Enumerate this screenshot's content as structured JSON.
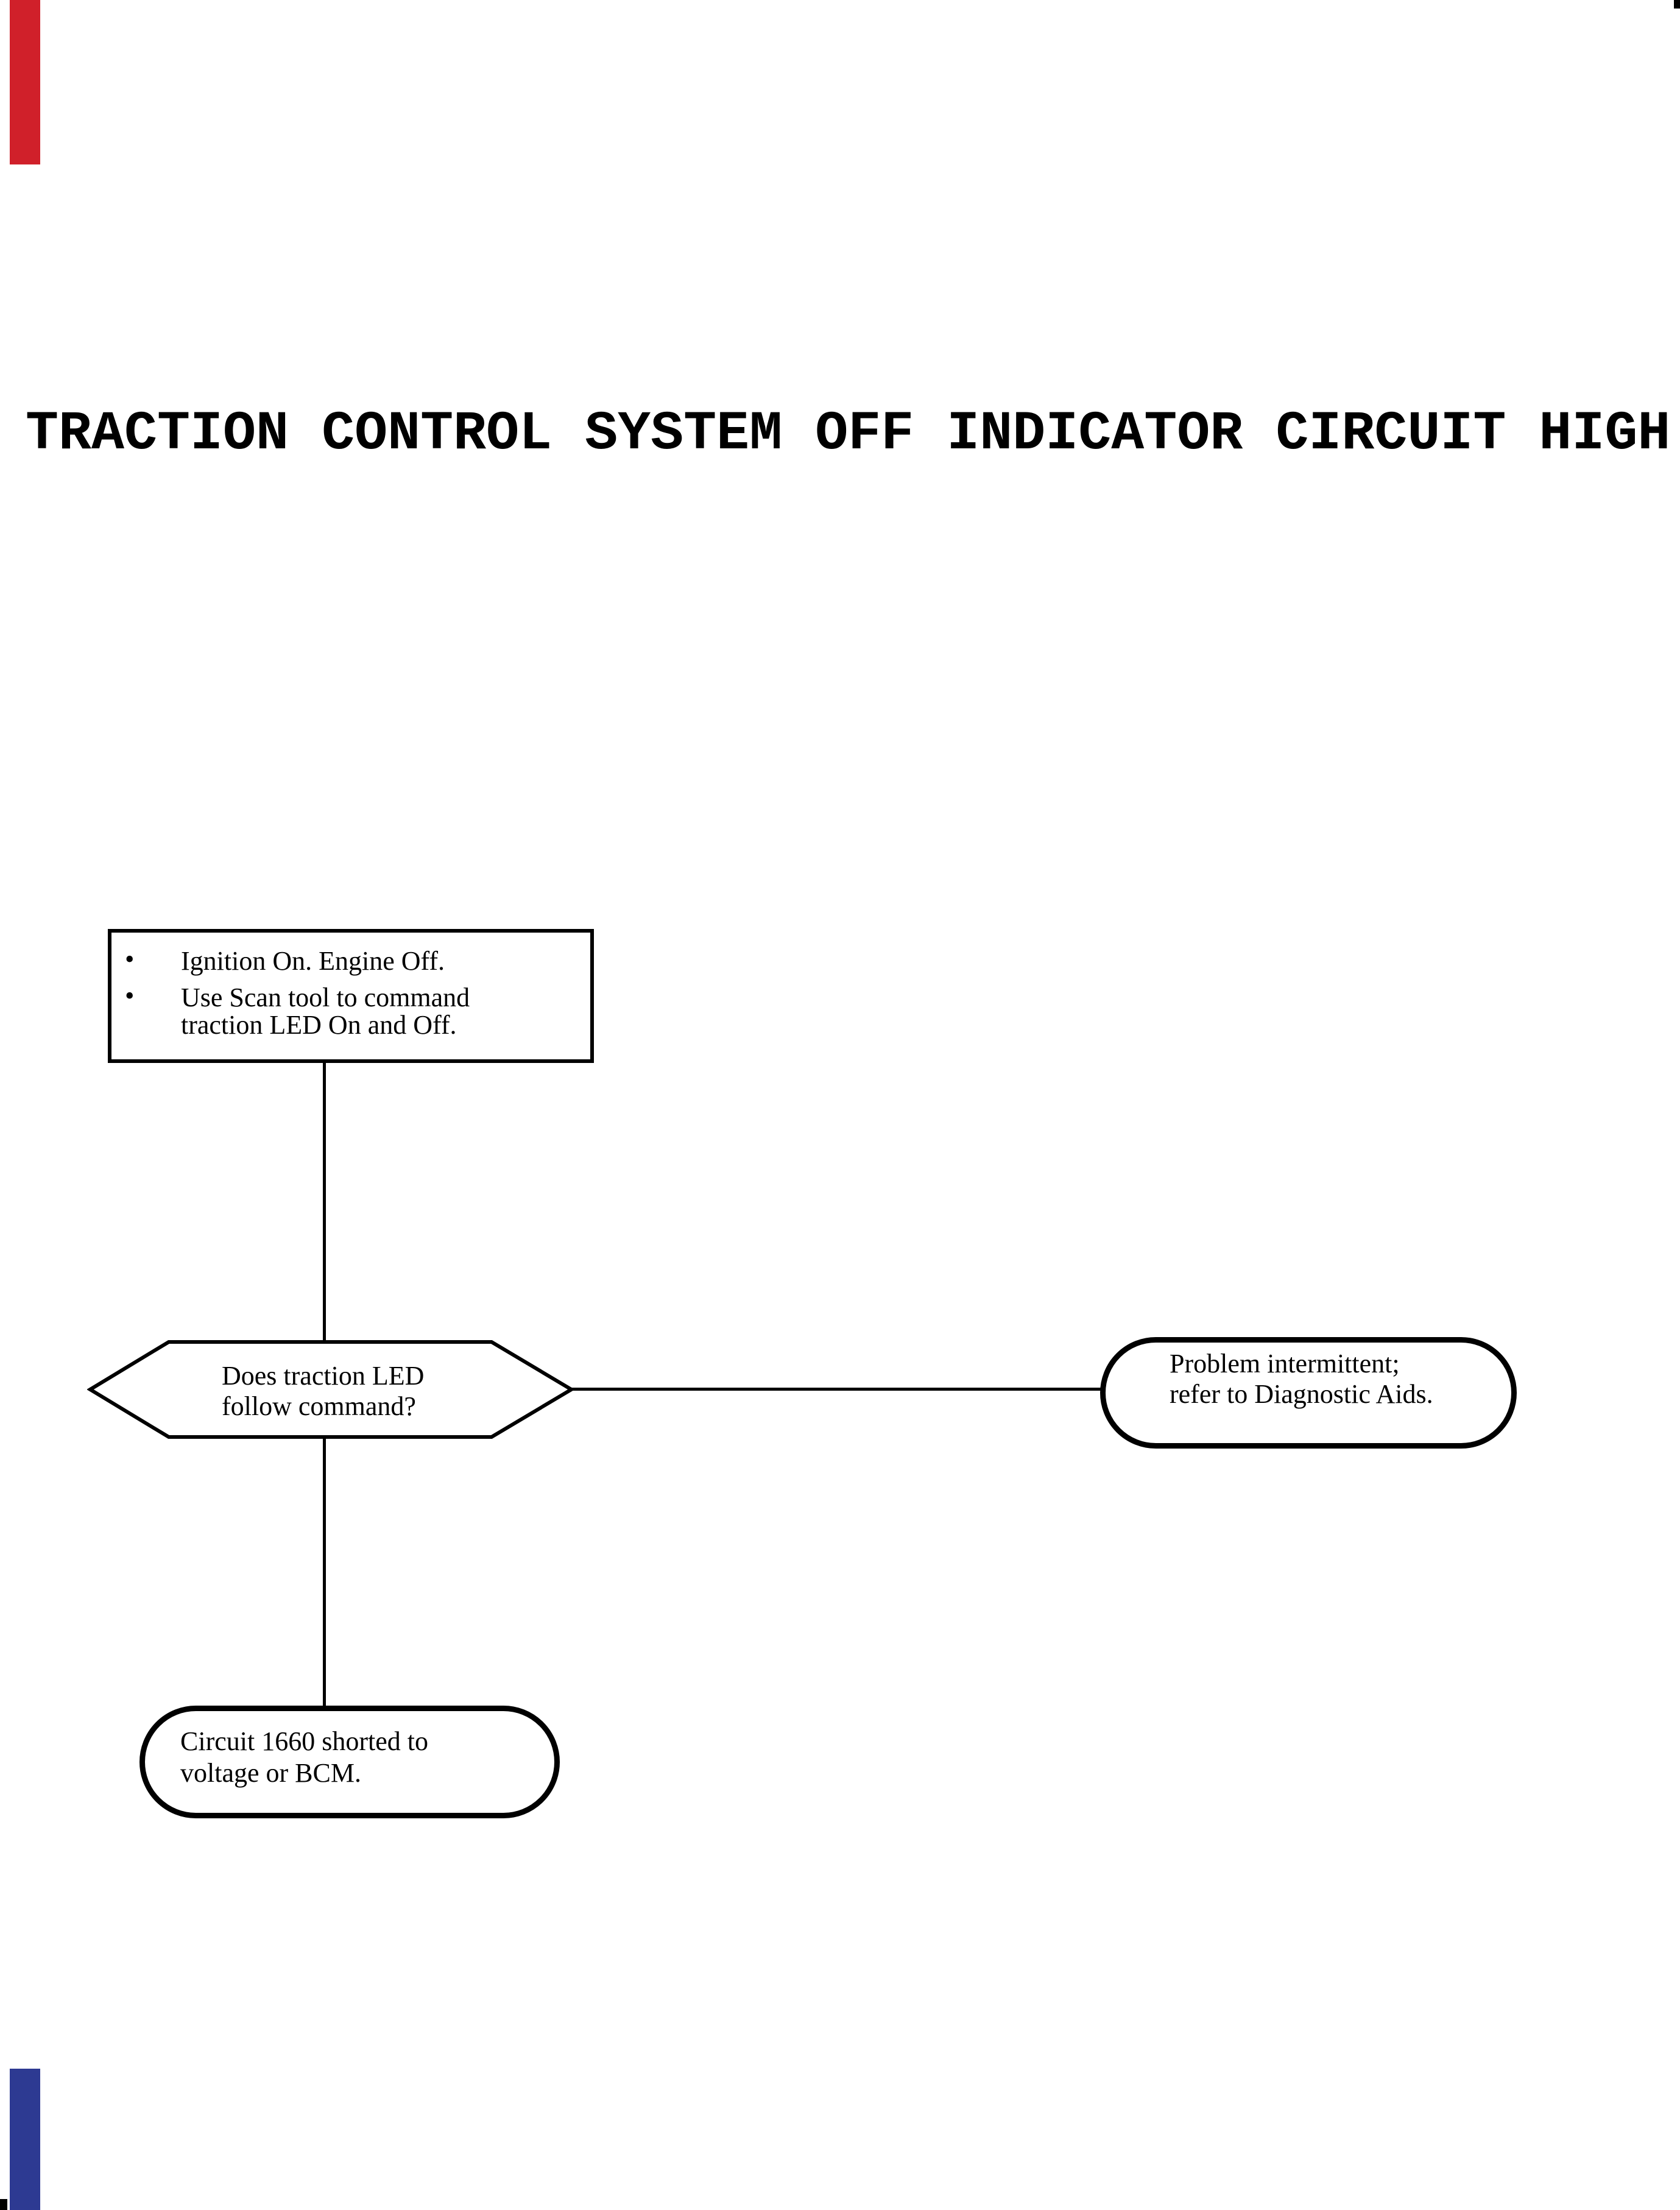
{
  "page": {
    "title": "TRACTION CONTROL SYSTEM OFF INDICATOR CIRCUIT HIGH"
  },
  "colors": {
    "ink": "#000000",
    "paper": "#ffffff",
    "edge_mark_red": "#d0202a",
    "edge_mark_blue": "#2d3a92"
  },
  "flowchart": {
    "bullet": "•",
    "instruction_box": {
      "item1_line1": "Ignition On. Engine Off.",
      "item2_line1": "Use Scan tool to command",
      "item2_line2": "traction LED On and Off."
    },
    "decision": {
      "line1": "Does traction LED",
      "line2": "follow command?"
    },
    "terminal_right": {
      "line1": "Problem intermittent;",
      "line2": "refer to Diagnostic Aids."
    },
    "terminal_bottom": {
      "line1": "Circuit 1660 shorted to",
      "line2": "voltage or BCM."
    }
  }
}
